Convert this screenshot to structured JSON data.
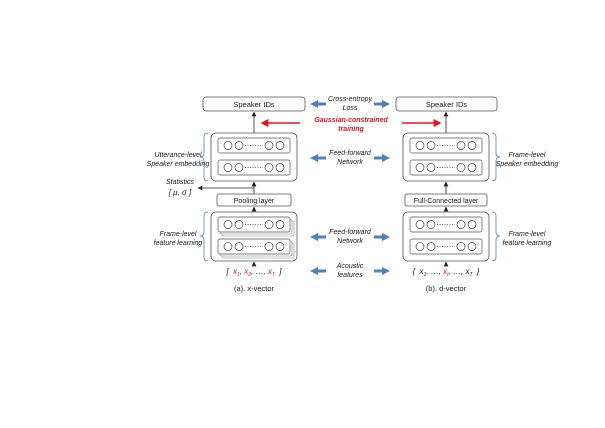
{
  "x_vector": {
    "speaker_ids": "Speaker IDs",
    "pooling_layer": "Pooling layer",
    "statistics_label": "Statistics",
    "statistics_symbol": "[ μ, σ ]",
    "side_top_line1": "Utterance-level",
    "side_top_line2": "Speaker embedding",
    "side_bottom_line1": "Frame-level",
    "side_bottom_line2": "feature learning",
    "input": {
      "open": "[",
      "x1": "x",
      "s1": "1",
      "x2": "x",
      "s2": "2",
      "dots": "…",
      "xT": "x",
      "sT": "T",
      "close": "]"
    },
    "caption": "(a). x-vector"
  },
  "d_vector": {
    "speaker_ids": "Speaker IDs",
    "fc_layer": "Full-Connected layer",
    "side_top_line1": "Frame-level",
    "side_top_line2": "Speaker embedding",
    "side_bottom_line1": "Frame-level",
    "side_bottom_line2": "feature learning",
    "input": {
      "open": "{",
      "x1": "x",
      "s1": "1",
      "dots1": "…",
      "xt": "x",
      "st": "t",
      "dots2": "…",
      "xT": "x",
      "sT": "T",
      "close": "}"
    },
    "caption": "(b). d-vector"
  },
  "middle": {
    "loss_line1": "Cross-entropy",
    "loss_line2": "Loss",
    "gaussian_line1": "Gaussian-constrained",
    "gaussian_line2": "training",
    "ffn_top_line1": "Feed-forward",
    "ffn_top_line2": "Network",
    "ffn_bottom_line1": "Feed-forward",
    "ffn_bottom_line2": "Network",
    "acoustic_line1": "Acoustic",
    "acoustic_line2": "features"
  },
  "colors": {
    "box_border": "#555555",
    "brace": "#4f81bd",
    "arrow_blue": "#4f81bd",
    "red": "#e8141b",
    "text": "#222222"
  }
}
